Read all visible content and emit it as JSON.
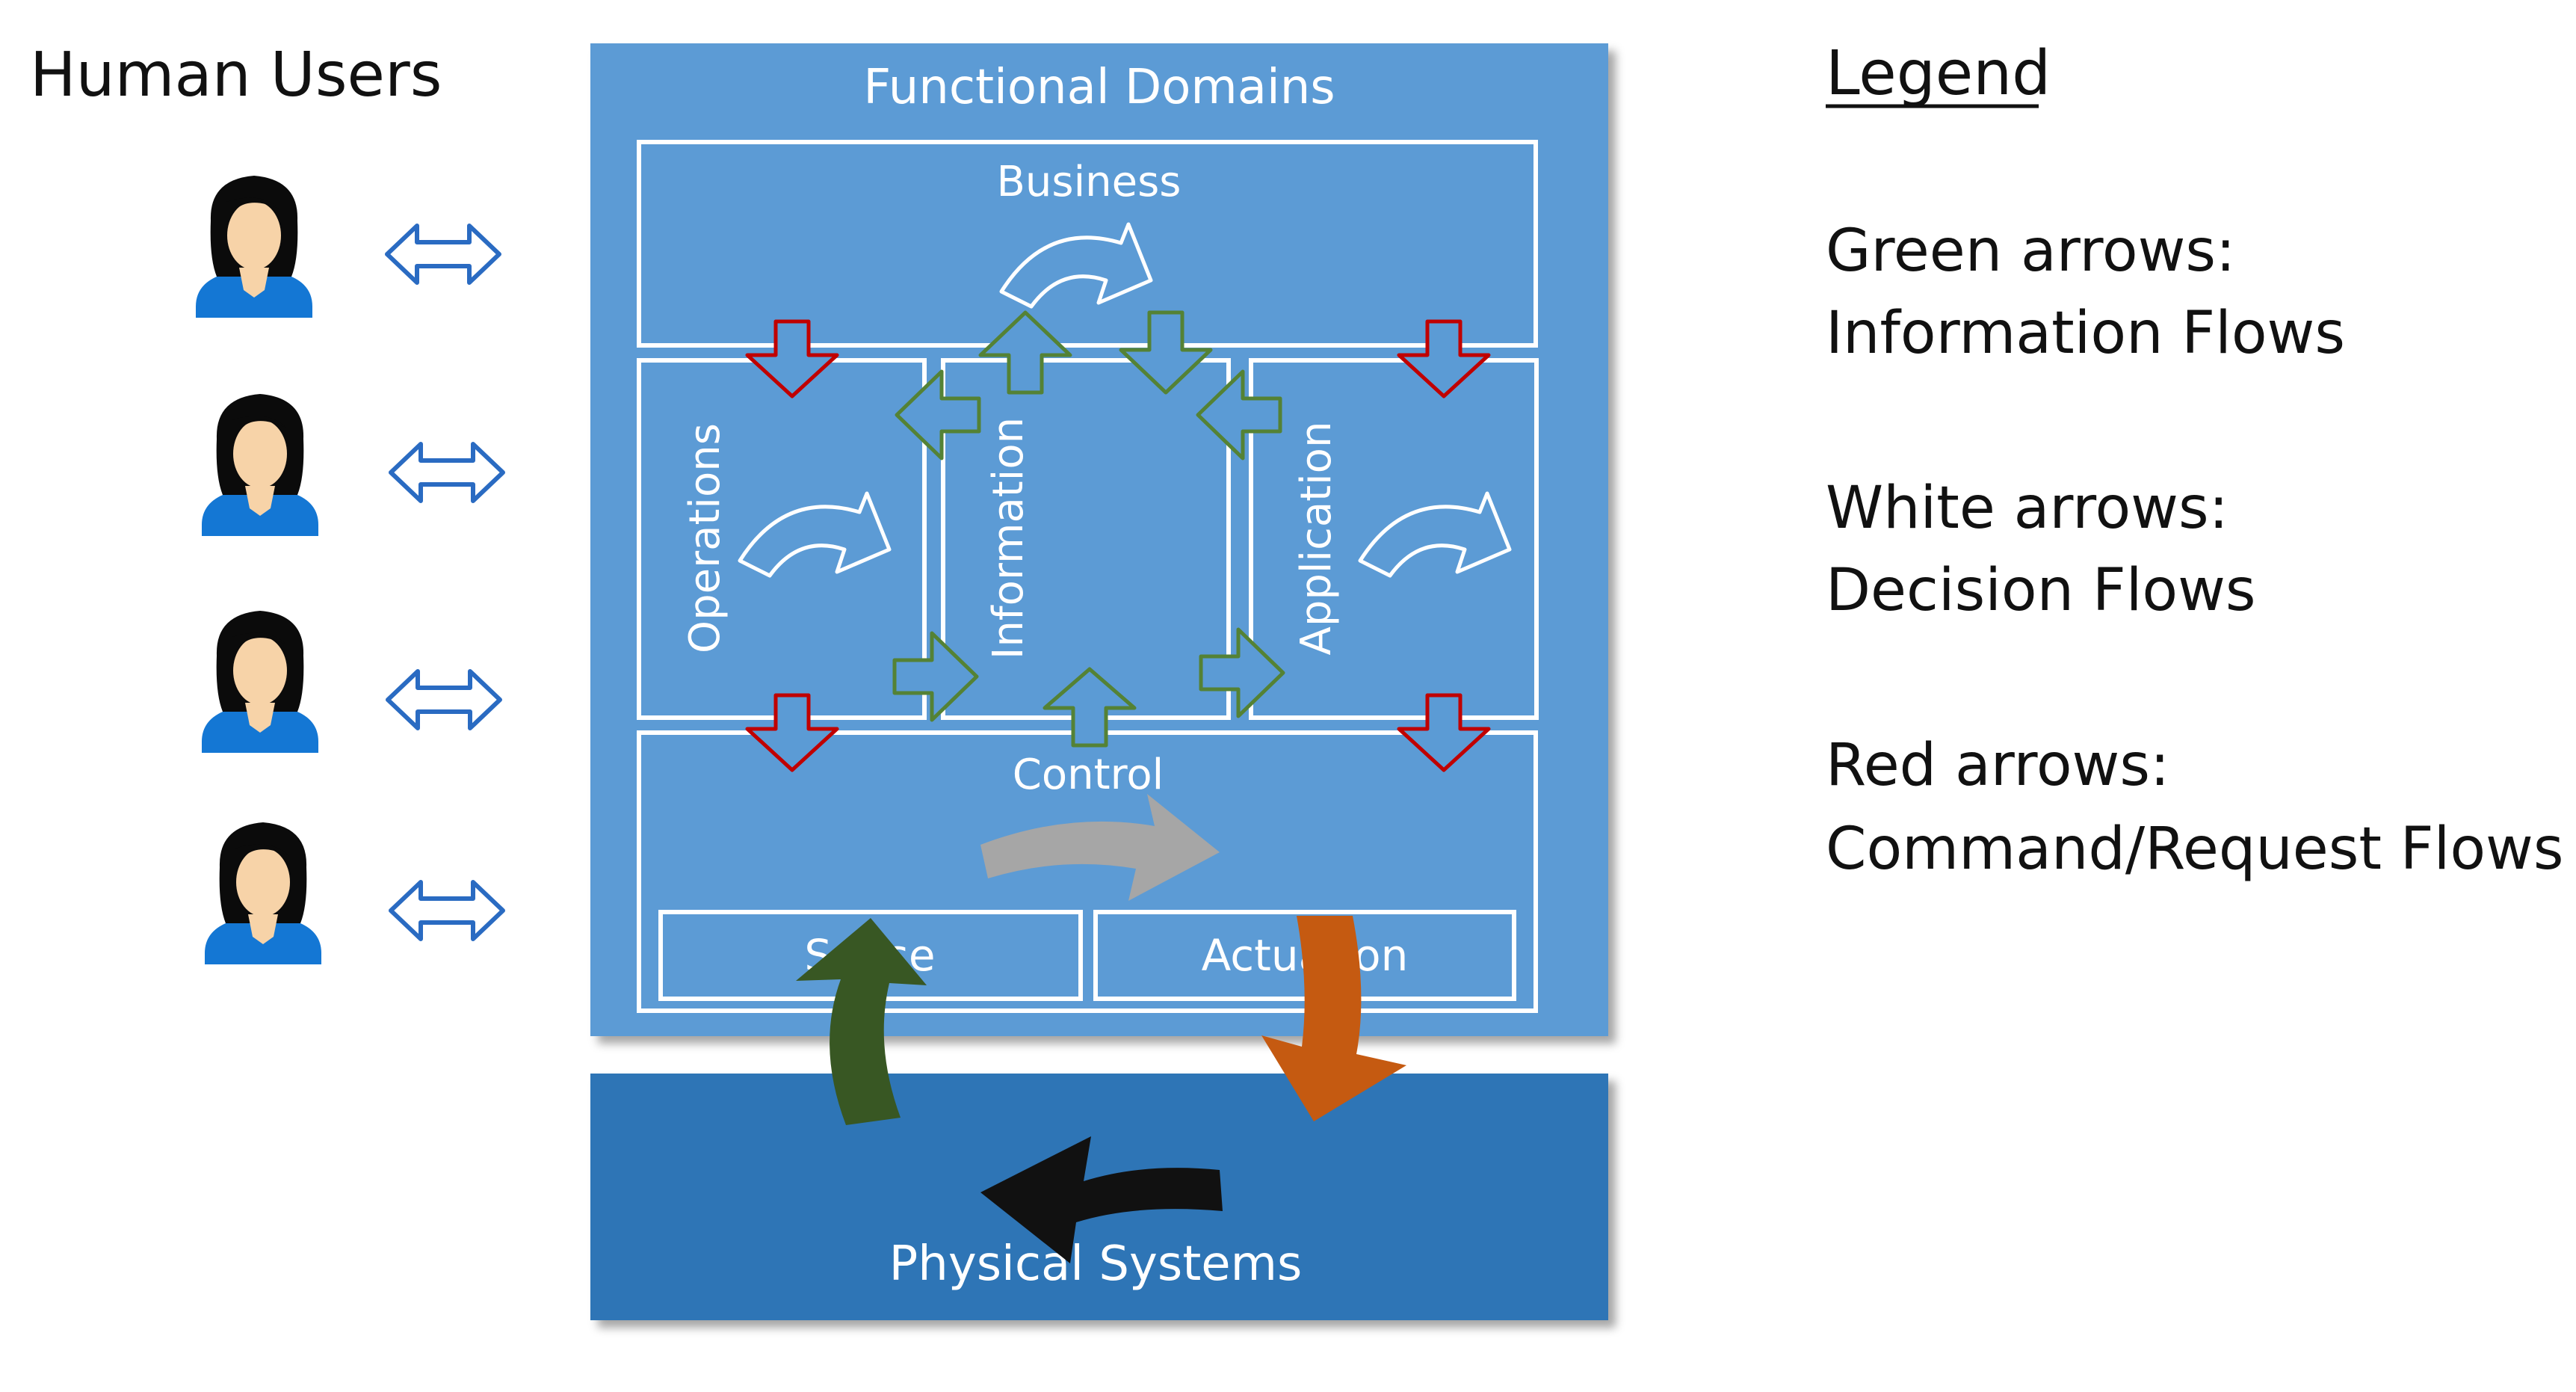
{
  "human_users": {
    "title": "Human Users",
    "user_count": 4,
    "colors": {
      "hair": "#0b0b0b",
      "skin": "#f7d3a8",
      "shirt": "#1477d4",
      "arrow": "#2a6bc2"
    }
  },
  "functional_domains": {
    "title": "Functional Domains",
    "panel_color": "#5b9bd5",
    "domains": {
      "business": "Business",
      "operations": "Operations",
      "information": "Information",
      "application": "Application",
      "control": "Control",
      "sense": "Sense",
      "actuation": "Actuation"
    }
  },
  "physical_systems": {
    "title": "Physical Systems",
    "panel_color": "#2e75b6"
  },
  "legend": {
    "title": "Legend",
    "items": [
      {
        "label": "Green arrows:",
        "meaning": "Information Flows",
        "color": "#548235"
      },
      {
        "label": "White arrows:",
        "meaning": "Decision Flows",
        "color": "#ffffff"
      },
      {
        "label": "Red arrows:",
        "meaning": "Command/Request Flows",
        "color": "#c00000"
      }
    ]
  },
  "loop_colors": {
    "sense": "#385723",
    "actuation": "#c55a11",
    "physical": "#111111",
    "control": "#a6a6a6"
  }
}
